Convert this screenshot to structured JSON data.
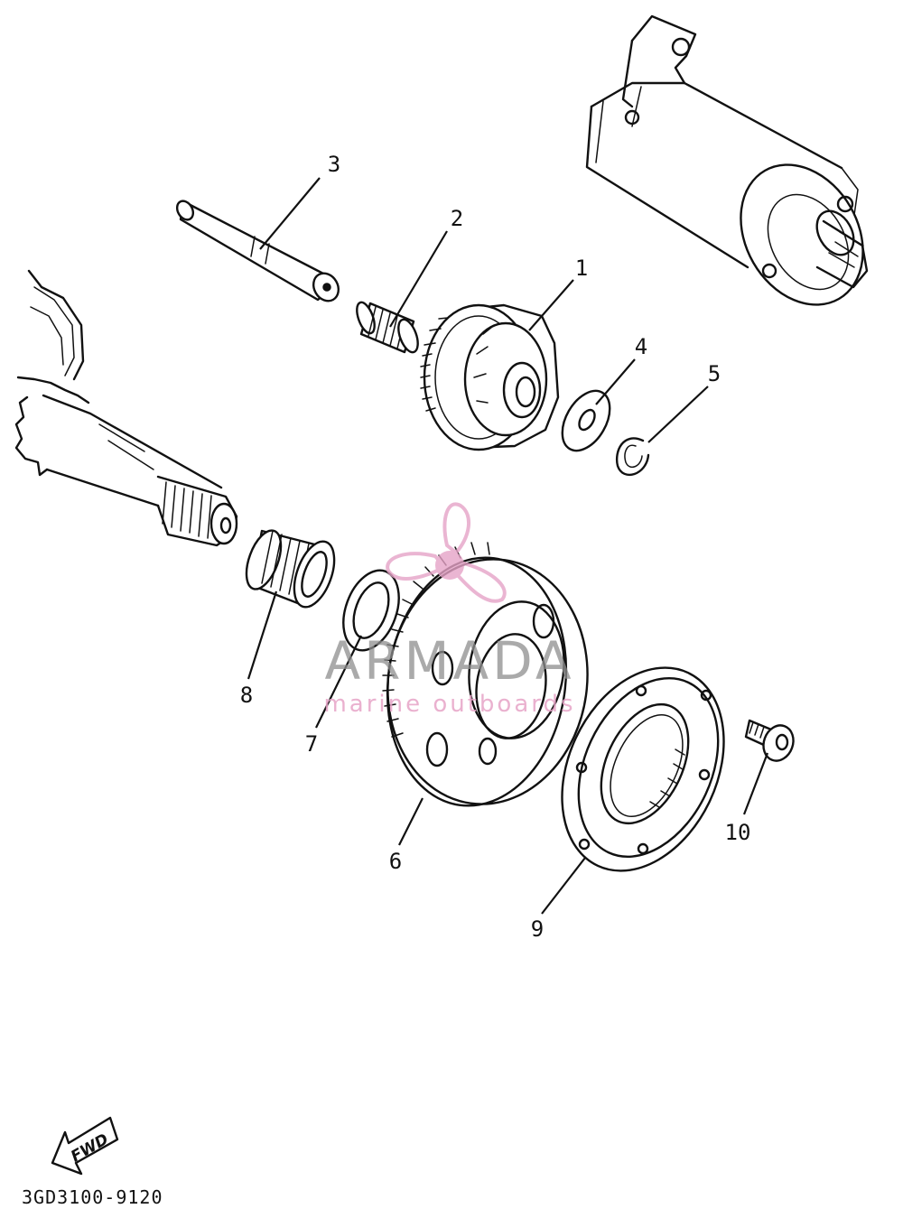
{
  "diagram": {
    "callouts": [
      {
        "id": "c1",
        "label": "1"
      },
      {
        "id": "c2",
        "label": "2"
      },
      {
        "id": "c3",
        "label": "3"
      },
      {
        "id": "c4",
        "label": "4"
      },
      {
        "id": "c5",
        "label": "5"
      },
      {
        "id": "c6",
        "label": "6"
      },
      {
        "id": "c7",
        "label": "7"
      },
      {
        "id": "c8",
        "label": "8"
      },
      {
        "id": "c9",
        "label": "9"
      },
      {
        "id": "c10",
        "label": "10"
      }
    ],
    "fwd_label": "FWD",
    "part_code": "3GD3100-9120"
  },
  "watermark": {
    "brand": "ARMADA",
    "tagline": "marine outboards",
    "logo_color": "#e6a3c7"
  }
}
